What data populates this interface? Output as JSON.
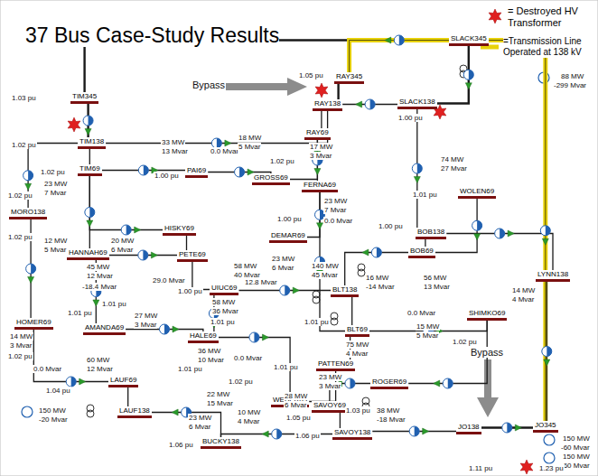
{
  "diagram": {
    "title": "37 Bus Case-Study Results",
    "nodes": [
      {
        "text": [
          "SLACK345"
        ]
      },
      {
        "text": [
          "RAY345"
        ]
      },
      {
        "text": [
          "SLACK138"
        ]
      },
      {
        "text": [
          "RAY138"
        ]
      },
      {
        "text": [
          "TIM345"
        ]
      },
      {
        "text": [
          "TIM138"
        ]
      },
      {
        "text": [
          "TIM69"
        ]
      },
      {
        "text": [
          "PAI69"
        ]
      },
      {
        "text": [
          "GROSS69"
        ]
      },
      {
        "text": [
          "RAY69"
        ]
      },
      {
        "text": [
          "FERNA69"
        ]
      },
      {
        "text": [
          "WOLEN69"
        ]
      },
      {
        "text": [
          "BOB138"
        ]
      },
      {
        "text": [
          "BOB69"
        ]
      },
      {
        "text": [
          "MORO138"
        ]
      },
      {
        "text": [
          "HISKY69"
        ]
      },
      {
        "text": [
          "PETE69"
        ]
      },
      {
        "text": [
          "HANNAH69"
        ]
      },
      {
        "text": [
          "DEMAR69"
        ]
      },
      {
        "text": [
          "UIUC69"
        ]
      },
      {
        "text": [
          "BLT138"
        ]
      },
      {
        "text": [
          "AMANDA69"
        ]
      },
      {
        "text": [
          "HOMER69"
        ]
      },
      {
        "text": [
          "BLT69"
        ]
      },
      {
        "text": [
          "SHIMKO69"
        ]
      },
      {
        "text": [
          "LYNN138"
        ]
      },
      {
        "text": [
          "HALE69"
        ]
      },
      {
        "text": [
          "PATTEN69"
        ]
      },
      {
        "text": [
          "WEBER69"
        ]
      },
      {
        "text": [
          "LAUF69"
        ]
      },
      {
        "text": [
          "LAUF138"
        ]
      },
      {
        "text": [
          "BUCKY138"
        ]
      },
      {
        "text": [
          "ROGER69"
        ]
      },
      {
        "text": [
          "SAVOY69"
        ]
      },
      {
        "text": [
          "SAVOY138"
        ]
      },
      {
        "text": [
          "JO138"
        ]
      },
      {
        "text": [
          "JO345"
        ]
      }
    ],
    "edges": [
      {
        "from": 0,
        "to": 4,
        "arrow": "none"
      },
      {
        "from": 0,
        "to": 1,
        "arrow": "none"
      },
      {
        "from": 0,
        "to": 2,
        "arrow": "none"
      },
      {
        "from": 1,
        "to": 3,
        "arrow": "none"
      },
      {
        "from": 4,
        "to": 5,
        "arrow": "none"
      },
      {
        "from": 0,
        "to": 36,
        "arrow": "none"
      },
      {
        "from": 35,
        "to": 36,
        "arrow": "none"
      },
      {
        "from": 2,
        "to": 3,
        "arrow": "none"
      },
      {
        "from": 5,
        "to": 3,
        "arrow": "none"
      },
      {
        "from": 5,
        "to": 6,
        "arrow": "none"
      },
      {
        "from": 5,
        "to": 14,
        "arrow": "none"
      },
      {
        "from": 6,
        "to": 7,
        "arrow": "none"
      },
      {
        "from": 7,
        "to": 8,
        "arrow": "none"
      },
      {
        "from": 8,
        "to": 9,
        "arrow": "none"
      },
      {
        "from": 9,
        "to": 3,
        "arrow": "none"
      },
      {
        "from": 9,
        "to": 10,
        "arrow": "none"
      },
      {
        "from": 10,
        "to": 23,
        "arrow": "none"
      },
      {
        "from": 2,
        "to": 12,
        "arrow": "none"
      },
      {
        "from": 11,
        "to": 13,
        "arrow": "none"
      },
      {
        "from": 12,
        "to": 13,
        "arrow": "none"
      },
      {
        "from": 12,
        "to": 25,
        "arrow": "none"
      },
      {
        "from": 25,
        "to": 36,
        "arrow": "none"
      },
      {
        "from": 13,
        "to": 20,
        "arrow": "none"
      },
      {
        "from": 20,
        "to": 23,
        "arrow": "none"
      },
      {
        "from": 10,
        "to": 18,
        "arrow": "none"
      },
      {
        "from": 6,
        "to": 15,
        "arrow": "none"
      },
      {
        "from": 15,
        "to": 16,
        "arrow": "none"
      },
      {
        "from": 6,
        "to": 17,
        "arrow": "none"
      },
      {
        "from": 14,
        "to": 22,
        "arrow": "none"
      },
      {
        "from": 17,
        "to": 21,
        "arrow": "none"
      },
      {
        "from": 17,
        "to": 16,
        "arrow": "none"
      },
      {
        "from": 16,
        "to": 19,
        "arrow": "none"
      },
      {
        "from": 19,
        "to": 20,
        "arrow": "none"
      },
      {
        "from": 19,
        "to": 26,
        "arrow": "none"
      },
      {
        "from": 21,
        "to": 26,
        "arrow": "none"
      },
      {
        "from": 22,
        "to": 29,
        "arrow": "none"
      },
      {
        "from": 29,
        "to": 30,
        "arrow": "none"
      },
      {
        "from": 26,
        "to": 28,
        "arrow": "none"
      },
      {
        "from": 23,
        "to": 27,
        "arrow": "none"
      },
      {
        "from": 27,
        "to": 28,
        "arrow": "none"
      },
      {
        "from": 23,
        "to": 24,
        "arrow": "none"
      },
      {
        "from": 24,
        "to": 32,
        "arrow": "none"
      },
      {
        "from": 32,
        "to": 33,
        "arrow": "none"
      },
      {
        "from": 33,
        "to": 34,
        "arrow": "none"
      },
      {
        "from": 34,
        "to": 35,
        "arrow": "none"
      },
      {
        "from": 34,
        "to": 31,
        "arrow": "none"
      },
      {
        "from": 31,
        "to": 30,
        "arrow": "none"
      }
    ],
    "labels": [
      "1.03 pu",
      "Bypass",
      "1.05 pu",
      "88 MW",
      "-299 Mvar",
      "1.00 pu",
      "1.02 pu",
      "1.02 pu",
      "33 MW",
      "13 Mvar",
      "0.0 Mvar",
      "1.00 pu",
      "18 MW",
      "5 Mvar",
      "1.02 pu",
      "17 MW",
      "3 Mvar",
      "23 MW",
      "7 Mvar",
      "0.0 Mvar",
      "1.00 pu",
      "74 MW",
      "27 Mvar",
      "1.01 pu",
      "1.00 pu",
      "56 MW",
      "13 Mvar",
      "16 MW",
      "-14 Mvar",
      "1.02 pu",
      "23 MW",
      "7 Mvar",
      "1.02 pu",
      "12 MW",
      "5 Mvar",
      "20 MW",
      "6 Mvar",
      "58 MW",
      "40 Mvar",
      "29.0 Mvar",
      "1.00 pu",
      "45 MW",
      "12 Mvar",
      "-18.4 Mvar",
      "23 MW",
      "6 Mvar",
      "12.8 Mvar",
      "140 MW",
      "45 Mvar",
      "1.01 pu",
      "1.01 pu",
      "27 MW",
      "3 Mvar",
      "14 MW",
      "3 Mvar",
      "1.02 pu",
      "58 MW",
      "36 Mvar",
      "1.01 pu",
      "1.01 pu",
      "75 MW",
      "4 Mvar",
      "0.0 Mvar",
      "15 MW",
      "5 Mvar",
      "1.02 pu",
      "14 MW",
      "4 Mvar",
      "36 MW",
      "10 Mvar",
      "1.01 pu",
      "0.0 Mvar",
      "1.01 pu",
      "23 MW",
      "3 Mvar",
      "1.02 pu",
      "22 MW",
      "15 Mvar",
      "10 MW",
      "4 Mvar",
      "0.0 Mvar",
      "60 MW",
      "12 Mvar",
      "1.04 pu",
      "150 MW",
      "-20 Mvar",
      "23 MW",
      "6 Mvar",
      "1.06 pu",
      "1.03 pu",
      "38 MW",
      "-18 Mvar",
      "28 MW",
      "6 Mvar",
      "1.05 pu",
      "1.06 pu",
      "Bypass",
      "150 MW",
      "-60 Mvar",
      "150 MW",
      "-60 Mvar",
      "1.11 pu",
      "1.23 pu"
    ],
    "legend": [
      {
        "text": "= Destroyed HV Transformer"
      },
      {
        "text": "=Transmission Line Operated at 138 kV"
      }
    ]
  }
}
